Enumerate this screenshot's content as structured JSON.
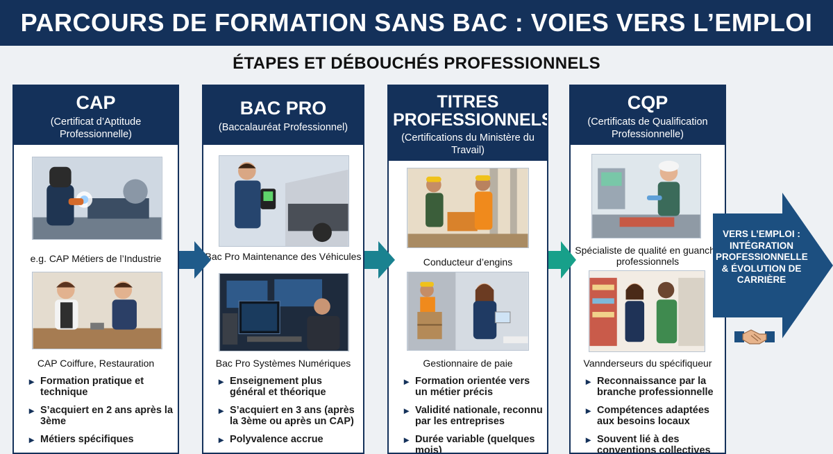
{
  "title": "PARCOURS DE FORMATION SANS BAC : VOIES VERS L’EMPLOI",
  "subtitle": "ÉTAPES ET DÉBOUCHÉS PROFESSIONNELS",
  "columns": [
    {
      "title": "CAP",
      "subtitle": "(Certificat d’Aptitude Professionnelle)",
      "image1": "welder-at-lathe",
      "caption1": "e.g. CAP Métiers de l’Industrie",
      "image2": "apprentices-crafting",
      "caption2": "CAP Coiffure, Restauration",
      "bullets": [
        "Formation pratique et technique",
        "S’acquiert en 2 ans après la 3ème",
        "Métiers spécifiques"
      ]
    },
    {
      "title": "BAC PRO",
      "subtitle": "(Baccalauréat Professionnel)",
      "image1": "mechanic-diagnosing-car",
      "caption1": "Bac Pro Maintenance des Véhicules",
      "image2": "technician-at-computer",
      "caption2": "Bac Pro Systèmes Numériques",
      "bullets": [
        "Enseignement plus général et théorique",
        "S’acquiert en 3 ans (après la 3ème ou après un CAP)",
        "Polyvalence accrue"
      ]
    },
    {
      "title": "TITRES PROFESSIONNELS",
      "subtitle": "(Certifications du Ministère du Travail)",
      "image1": "construction-workers",
      "caption1": "Conducteur d’engins",
      "image2": "warehouse-and-office",
      "caption2": "Gestionnaire de paie",
      "bullets": [
        "Formation orientée vers un métier précis",
        "Validité nationale, reconnu par les entreprises",
        "Durée variable (quelques mois)"
      ]
    },
    {
      "title": "CQP",
      "subtitle": "(Certificats de Qualification Professionnelle)",
      "image1": "quality-inspector",
      "caption1": "Spécialiste de qualité en guanche professionnels",
      "image2": "retail-salespeople",
      "caption2": "Vannderseurs du spécifiqueur",
      "bullets": [
        "Reconnaissance par la branche professionnelle",
        "Compétences adaptées aux besoins locaux",
        "Souvent lié à des conventions collectives"
      ]
    }
  ],
  "final": {
    "text": "VERS L’EMPLOI : INTÉGRATION PROFESSIONNELLE & ÉVOLUTION DE CARRIÈRE",
    "icon": "handshake-icon"
  },
  "colors": {
    "navy": "#14315a",
    "arrow1": "#1f5b8a",
    "arrow2": "#1a8290",
    "arrow3": "#17a08a",
    "final": "#1c4f80"
  }
}
